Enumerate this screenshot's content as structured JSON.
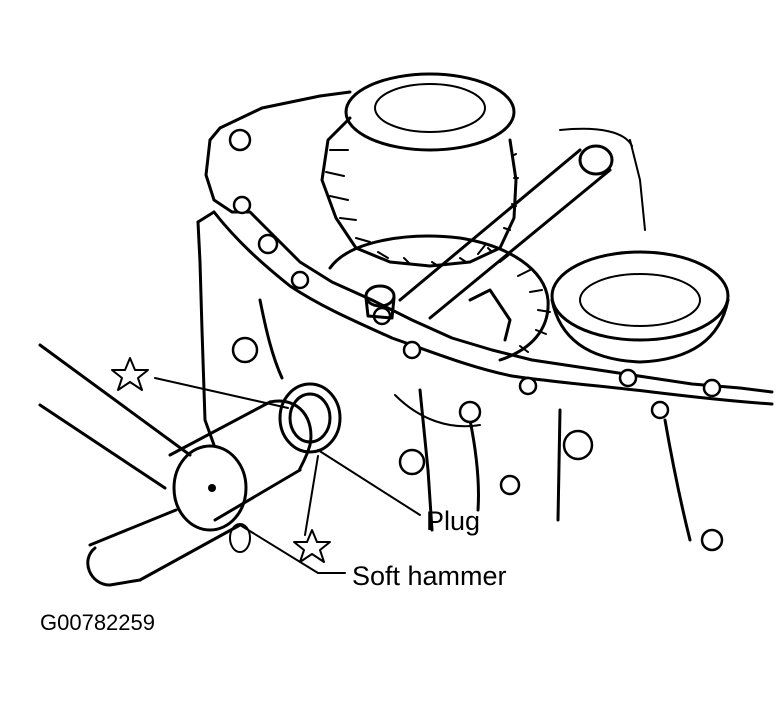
{
  "labels": {
    "plug": "Plug",
    "soft_hammer": "Soft hammer"
  },
  "figure_code": "G00782259",
  "markers": [
    "star",
    "star"
  ]
}
